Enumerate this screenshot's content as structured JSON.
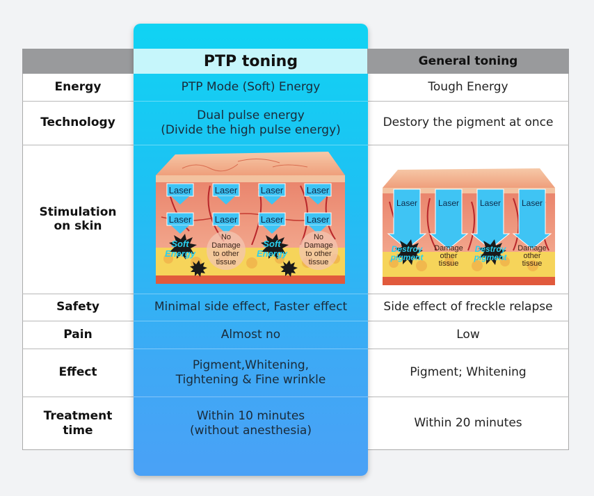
{
  "header": {
    "ptp_title": "PTP toning",
    "general_title": "General toning"
  },
  "rows": [
    {
      "label": "Energy",
      "ptp": "PTP Mode (Soft) Energy",
      "general": "Tough Energy"
    },
    {
      "label": "Technology",
      "ptp": "Dual pulse energy\n(Divide the high pulse energy)",
      "general": "Destory the pigment at once"
    },
    {
      "label": "Stimulation\non skin",
      "ptp": "",
      "general": ""
    },
    {
      "label": "Safety",
      "ptp": "Minimal side effect, Faster effect",
      "general": "Side effect of freckle relapse"
    },
    {
      "label": "Pain",
      "ptp": "Almost no",
      "general": "Low"
    },
    {
      "label": "Effect",
      "ptp": "Pigment,Whitening,\nTightening & Fine wrinkle",
      "general": "Pigment; Whitening"
    },
    {
      "label": "Treatment\ntime",
      "ptp": "Within 10 minutes\n(without anesthesia)",
      "general": "Within 20 minutes"
    }
  ],
  "ptp_illustration": {
    "laser_label": "Laser",
    "soft_energy": [
      "Soft",
      "Energy"
    ],
    "no_damage": [
      "No",
      "Damage",
      "to other",
      "tissue"
    ]
  },
  "general_illustration": {
    "laser_label": "Laser",
    "destroy_pigment": [
      "Destroy",
      "pigment"
    ],
    "damage_other": [
      "Damage",
      "other",
      "tissue"
    ]
  },
  "colors": {
    "ptp_top": "#10d3f3",
    "ptp_bottom": "#4aa1f6",
    "header_gray": "#999a9c",
    "header_ptp": "#c6f6fb"
  }
}
